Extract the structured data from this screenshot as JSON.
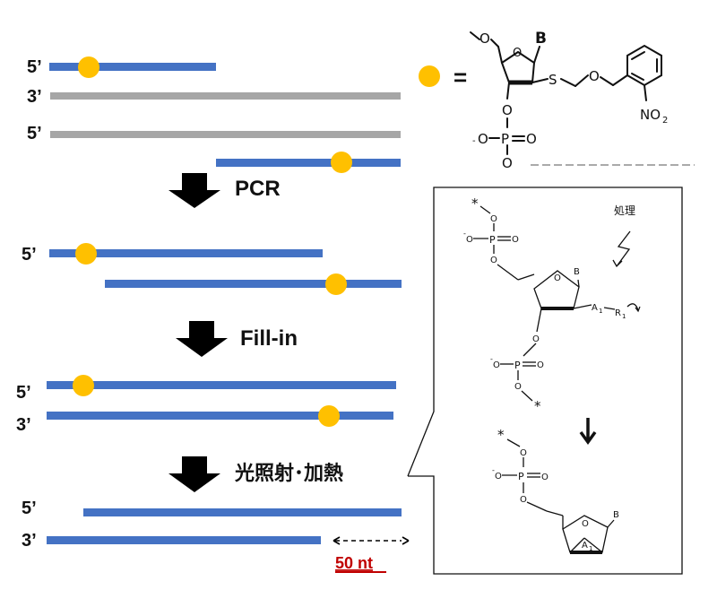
{
  "strand_labels": {
    "s1_5": "5’",
    "s1_3": "3’",
    "s1_5b": "5’",
    "s2_5": "5’",
    "s3_5": "5’",
    "s3_3": "3’",
    "s4_5": "5’",
    "s4_3": "3’"
  },
  "steps": {
    "pcr": "PCR",
    "fill_in": "Fill-in",
    "irradiate_heat": "光照射･加熱"
  },
  "overhang": "50 nt",
  "legend": {
    "equals": "="
  },
  "top_structure": {
    "base": "B",
    "sulfur": "S",
    "oxygen_chain": "O",
    "nitro": "NO",
    "nitro_sub": "2",
    "phosphate_o_minus": "O",
    "phosphate_p": "P",
    "phosphate_o_dbl": "O",
    "phosphate_o_bottom": "O",
    "ring_o": "O",
    "link_o": "O",
    "minus": "-"
  },
  "inset": {
    "treatment": "処理",
    "star": "*",
    "base": "B",
    "a1": "A",
    "a1_sub": "1",
    "r1": "R",
    "r1_sub": "1",
    "o": "O",
    "p": "P",
    "minus": "-"
  },
  "colors": {
    "strand_blue": "#4472c4",
    "strand_gray": "#a6a6a6",
    "marker": "#ffc000",
    "overhang_red": "#c00000"
  }
}
